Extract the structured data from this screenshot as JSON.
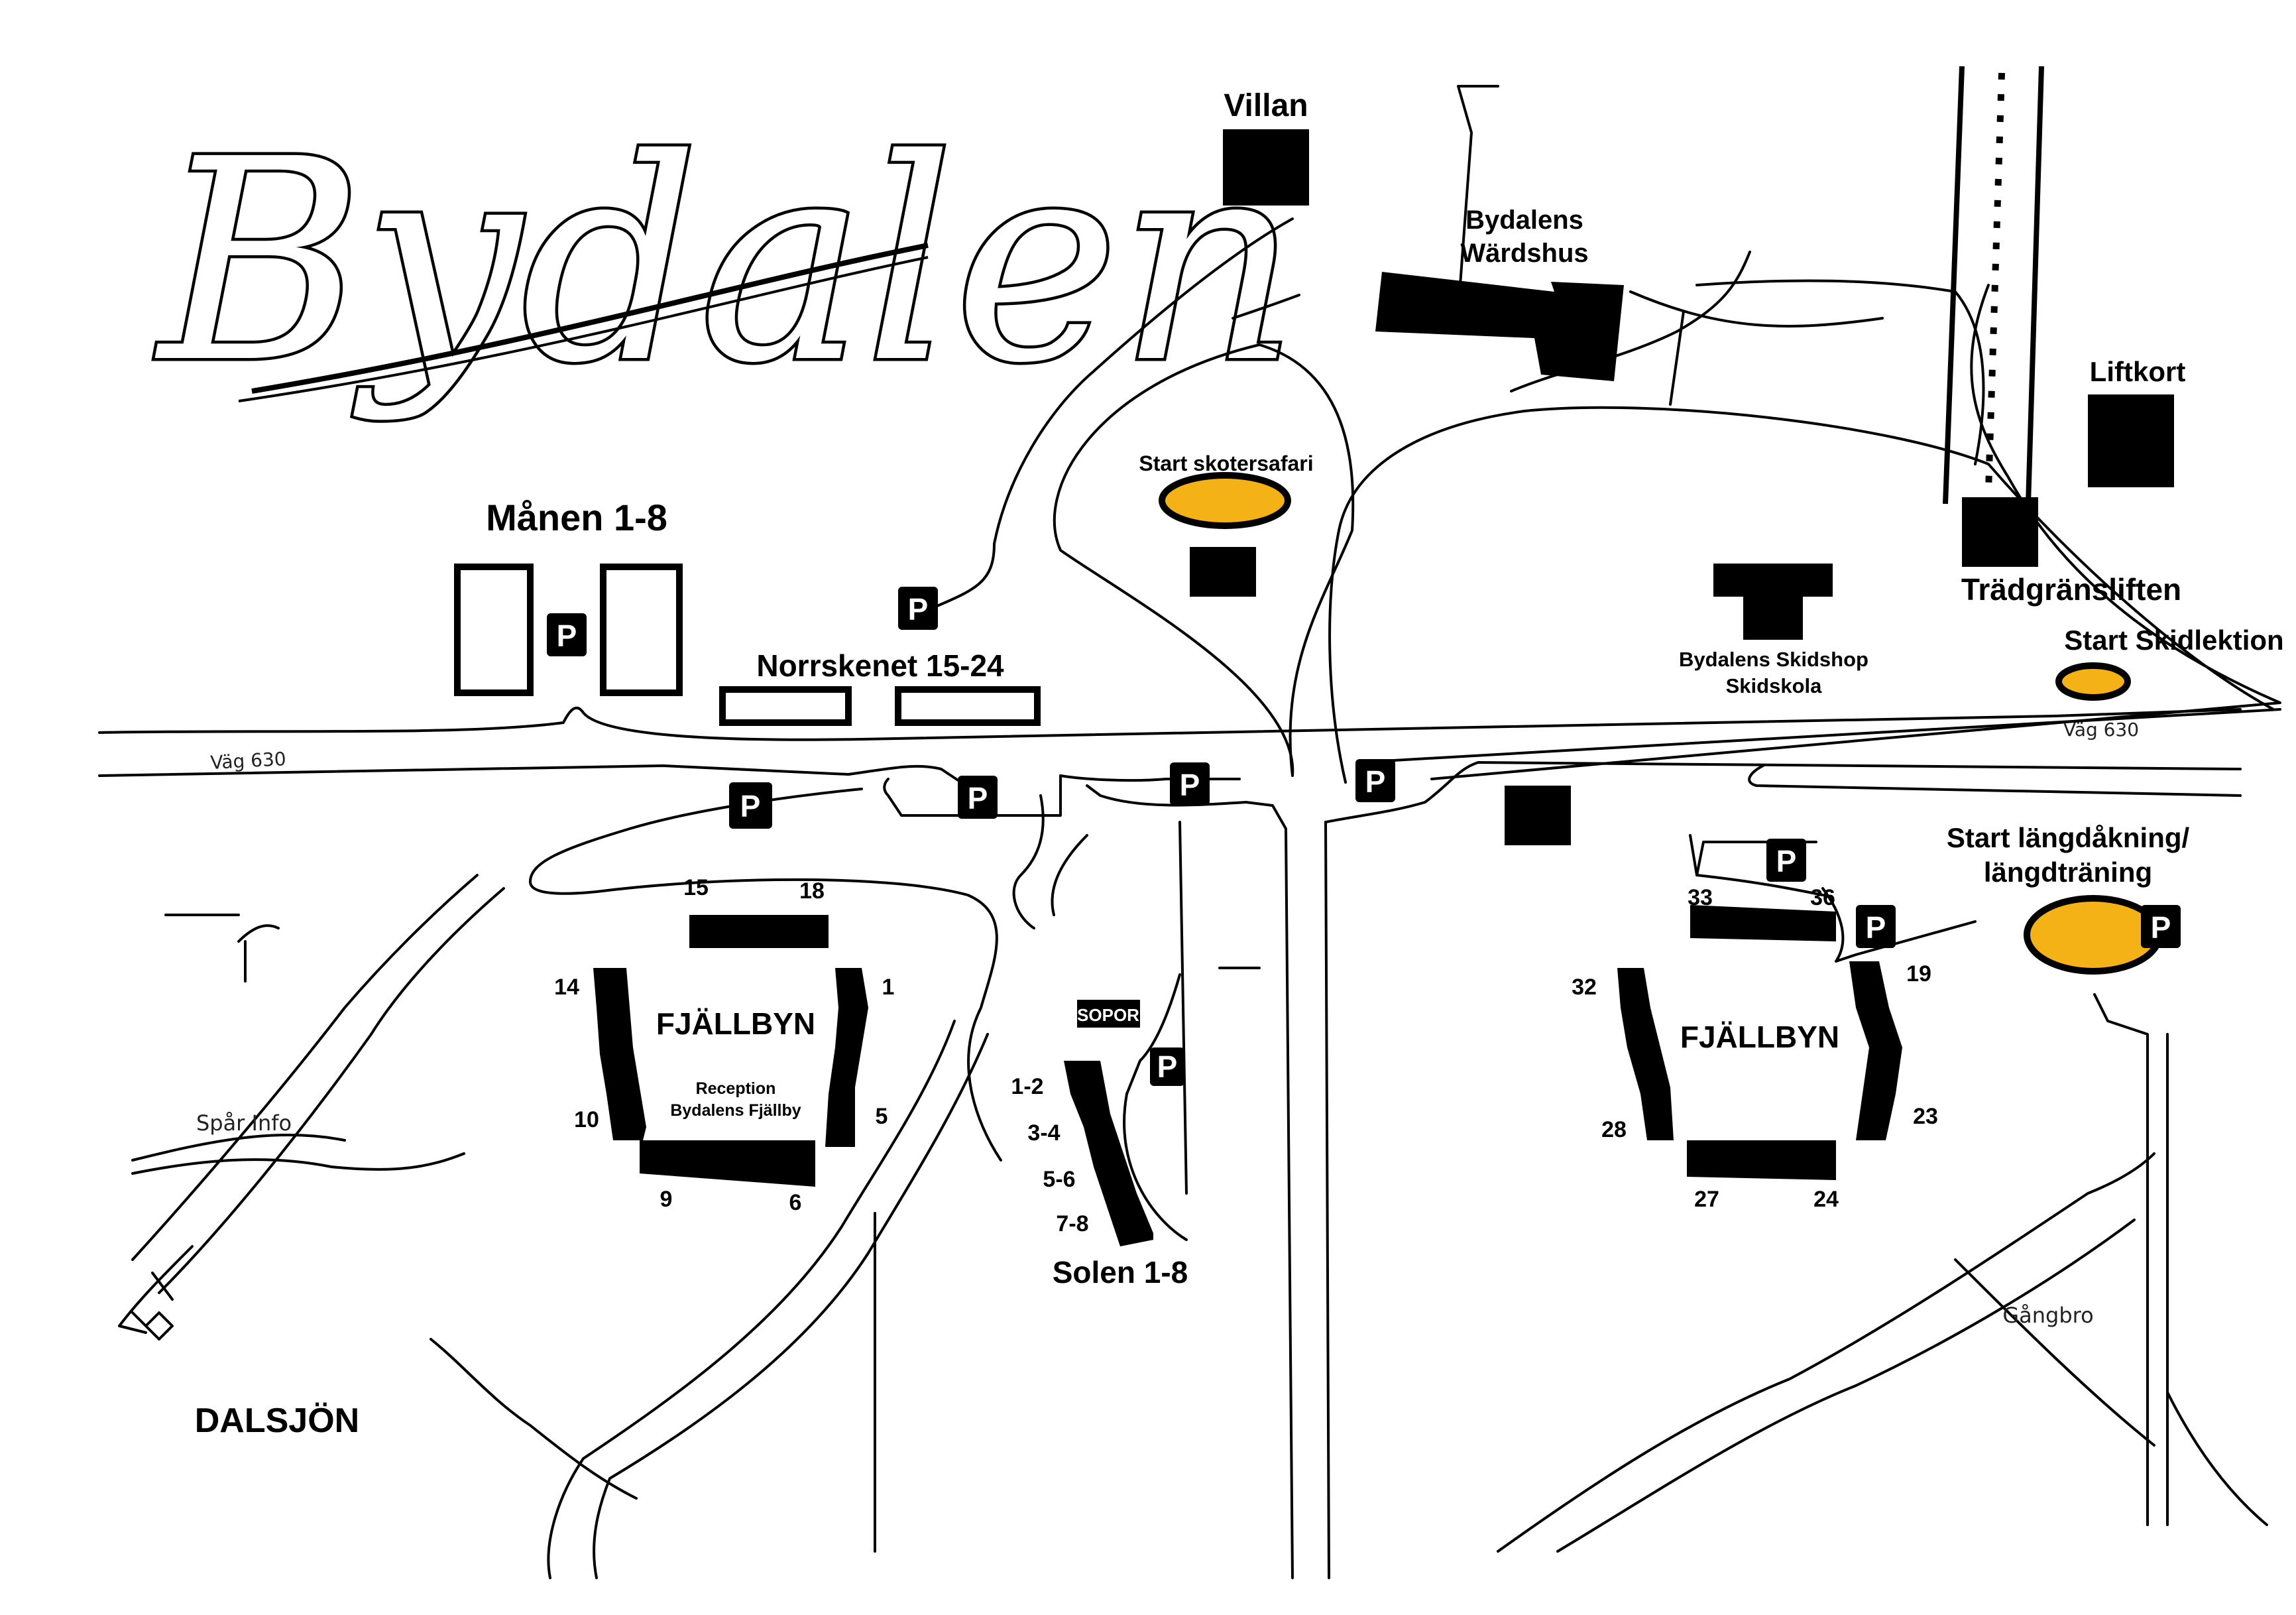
{
  "logo": "Bydalen",
  "labels": {
    "villan": "Villan",
    "wardshus_line1": "Bydalens",
    "wardshus_line2": "Wärdshus",
    "liftkort": "Liftkort",
    "start_skotersafari": "Start skotersafari",
    "manen": "Månen 1-8",
    "norrskenet": "Norrskenet 15-24",
    "tradgranslift": "Trädgränsliften",
    "start_skidlektion": "Start Skidlektion",
    "skidshop_line1": "Bydalens Skidshop",
    "skidshop_line2": "Skidskola",
    "vag630_left": "Väg 630",
    "vag630_right": "Väg 630",
    "start_langd_line1": "Start längdåkning/",
    "start_langd_line2": "längdträning",
    "fjallbyn_left": "FJÄLLBYN",
    "reception_line1": "Reception",
    "reception_line2": "Bydalens Fjällby",
    "fjallbyn_right": "FJÄLLBYN",
    "spar_info": "Spår Info",
    "dalsjon": "DALSJÖN",
    "solen": "Solen 1-8",
    "sopor": "SOPOR",
    "gangbro": "Gångbro"
  },
  "parking_label": "P",
  "left_village_numbers": {
    "n15": "15",
    "n18": "18",
    "n14": "14",
    "n1": "1",
    "n10": "10",
    "n5": "5",
    "n9": "9",
    "n6": "6"
  },
  "solen_numbers": {
    "s12": "1-2",
    "s34": "3-4",
    "s56": "5-6",
    "s78": "7-8"
  },
  "right_village_numbers": {
    "n33": "33",
    "n36": "36",
    "n32": "32",
    "n19": "19",
    "n28": "28",
    "n23": "23",
    "n27": "27",
    "n24": "24"
  },
  "colors": {
    "marker_fill": "#f5b217",
    "ink": "#000000"
  }
}
